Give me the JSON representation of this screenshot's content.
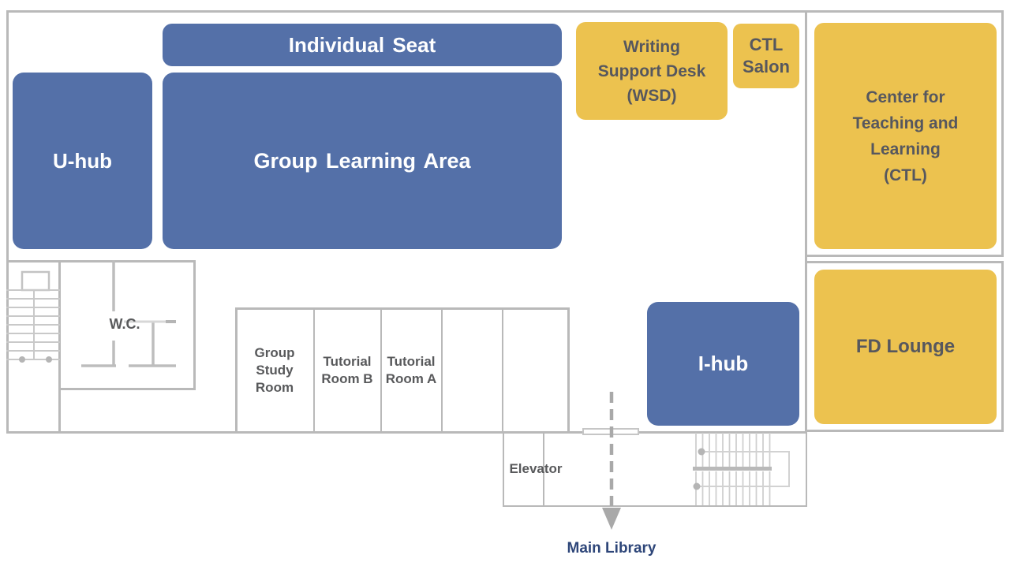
{
  "title": "Learning commons floor map",
  "colors": {
    "zone_blue": "#5470a8",
    "zone_yellow": "#ecc24f",
    "wall_gray": "#b9b9b9",
    "room_label_gray": "#58595b",
    "yellow_text_gray": "#56575e",
    "exit_navy": "#2e4679",
    "arrow_gray": "#a9a9a9"
  },
  "zones": {
    "individual_seat": "Individual Seat",
    "u_hub": "U-hub",
    "group_learning_area": "Group Learning Area",
    "writing_support_desk": "Writing\nSupport Desk\n(WSD)",
    "ctl_salon": "CTL\nSalon",
    "center_for_teaching_and_learning": "Center for\nTeaching and\nLearning\n(CTL)",
    "fd_lounge": "FD Lounge",
    "i_hub": "I-hub"
  },
  "rooms": {
    "wc": "W.C.",
    "group_study_room": "Group\nStudy\nRoom",
    "tutorial_room_b": "Tutorial\nRoom B",
    "tutorial_room_a": "Tutorial\nRoom A",
    "elevator": "Elevator"
  },
  "exit": {
    "main_library": "Main Library"
  }
}
